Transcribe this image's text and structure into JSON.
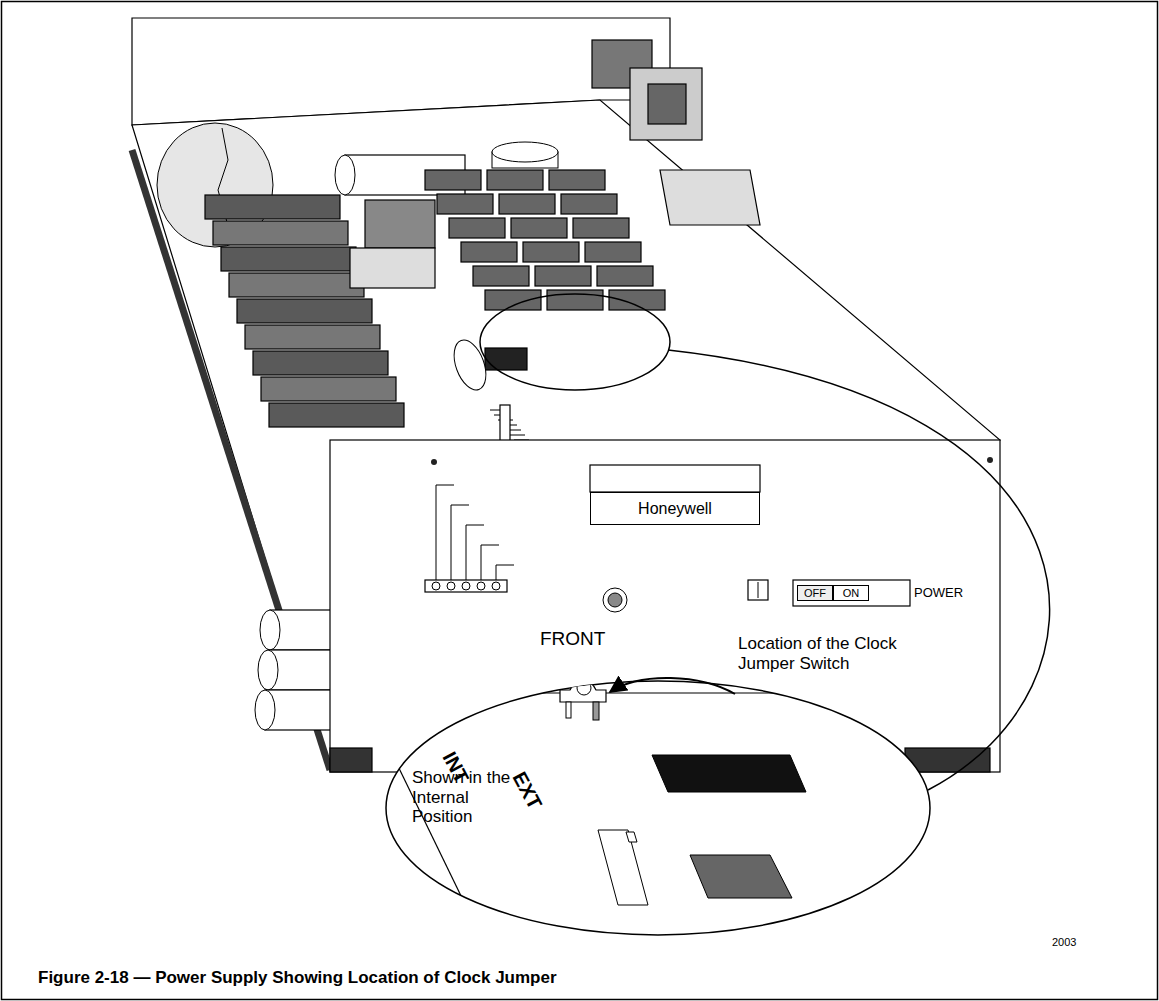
{
  "diagram": {
    "caption": "Figure 2-18 — Power Supply Showing Location of Clock Jumper",
    "nodes": [
      {
        "text": [
          "Honeywell"
        ]
      },
      {
        "text": [
          "OFF"
        ]
      },
      {
        "text": [
          "ON"
        ]
      }
    ],
    "labels": [
      "FRONT",
      "POWER",
      "Location of the Clock Jumper Switch",
      "Shown in the Internal Position",
      "INT",
      "EXT",
      "2003"
    ]
  }
}
